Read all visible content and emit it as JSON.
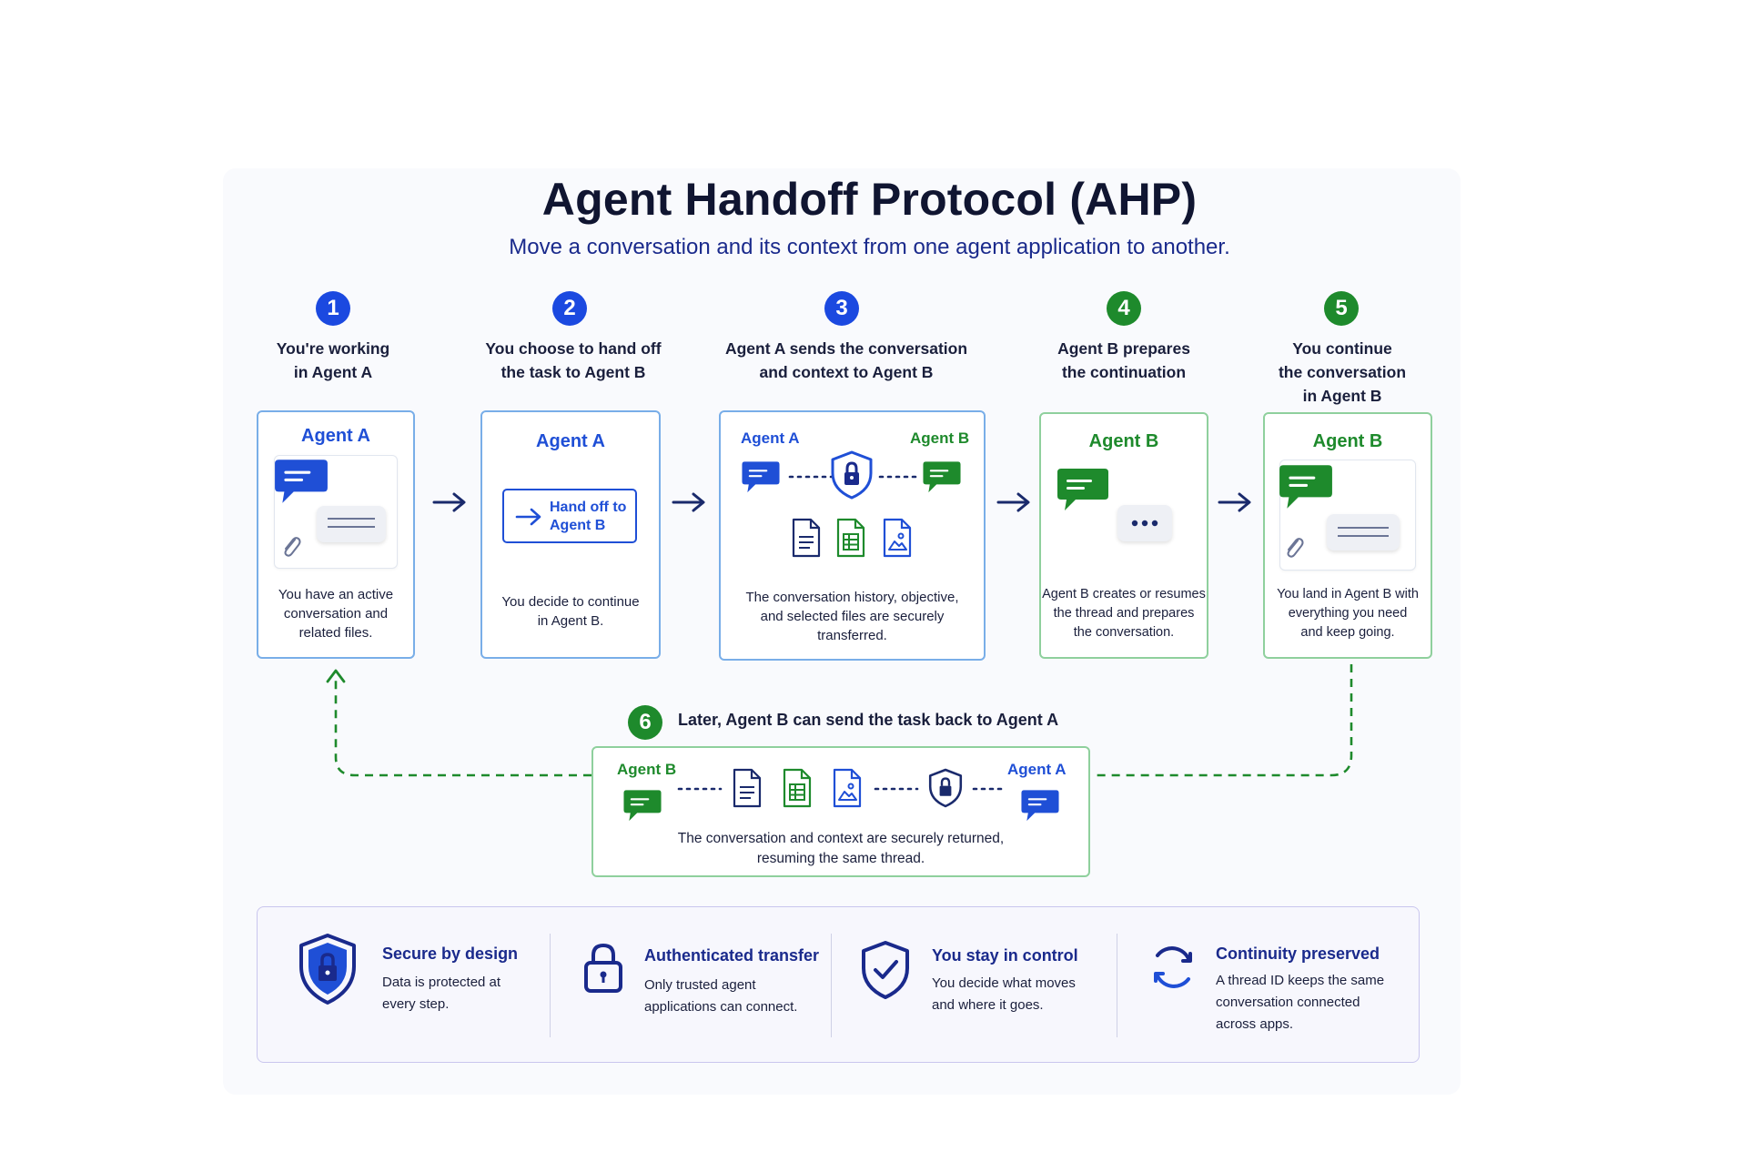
{
  "title": "Agent Handoff Protocol (AHP)",
  "subtitle": "Move a conversation and its context from one agent application to another.",
  "colors": {
    "blue": "#1f4fd6",
    "green": "#1e8a2c",
    "navy": "#1a2a8c"
  },
  "steps": [
    {
      "number": "1",
      "title": [
        "You're working",
        "in Agent A"
      ],
      "card_title": "Agent A",
      "desc": [
        "You have an active",
        "conversation and",
        "related files."
      ]
    },
    {
      "number": "2",
      "title": [
        "You choose to hand off",
        "the task to Agent B"
      ],
      "card_title": "Agent A",
      "button_label": [
        "Hand off to",
        "Agent B"
      ],
      "desc": [
        "You decide to continue",
        "in Agent B."
      ]
    },
    {
      "number": "3",
      "title": [
        "Agent A sends the conversation",
        "and context to Agent B"
      ],
      "from_label": "Agent A",
      "to_label": "Agent B",
      "desc": [
        "The conversation history, objective,",
        "and selected files are securely",
        "transferred."
      ]
    },
    {
      "number": "4",
      "title": [
        "Agent B prepares",
        "the continuation"
      ],
      "card_title": "Agent B",
      "desc": [
        "Agent B creates or resumes",
        "the thread and prepares",
        "the conversation."
      ]
    },
    {
      "number": "5",
      "title": [
        "You continue",
        "the conversation",
        "in Agent B"
      ],
      "card_title": "Agent B",
      "desc": [
        "You land in Agent B with",
        "everything you need",
        "and keep going."
      ]
    }
  ],
  "return_step": {
    "number": "6",
    "title": "Later, Agent B can send the task back to Agent A",
    "from_label": "Agent B",
    "to_label": "Agent A",
    "desc": [
      "The conversation and context are securely returned,",
      "resuming the same thread."
    ]
  },
  "features": [
    {
      "icon": "shield-lock-icon",
      "title": "Secure by design",
      "text": [
        "Data is protected at",
        "every step."
      ]
    },
    {
      "icon": "padlock-icon",
      "title": "Authenticated transfer",
      "text": [
        "Only trusted agent",
        "applications can connect."
      ]
    },
    {
      "icon": "shield-check-icon",
      "title": "You stay in control",
      "text": [
        "You decide what moves",
        "and where it goes."
      ]
    },
    {
      "icon": "sync-icon",
      "title": "Continuity preserved",
      "text": [
        "A thread ID keeps the same",
        "conversation connected",
        "across apps."
      ]
    }
  ]
}
